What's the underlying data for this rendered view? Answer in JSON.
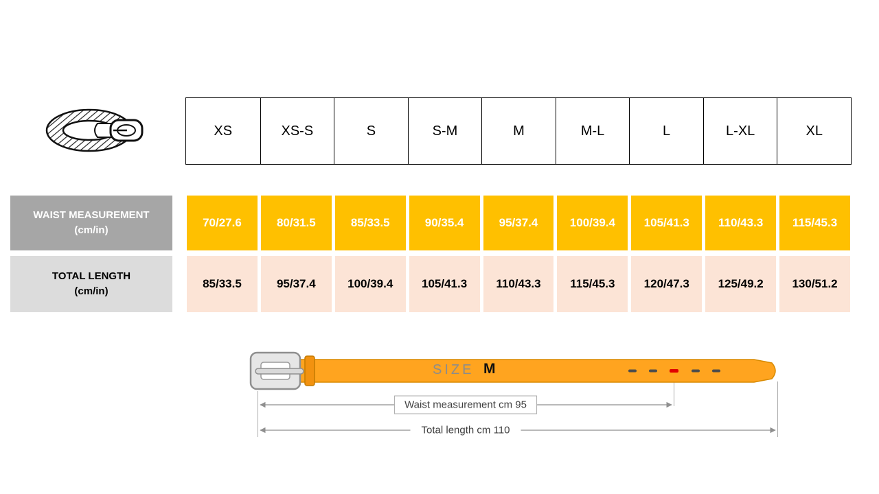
{
  "size_chart": {
    "sizes": [
      "XS",
      "XS-S",
      "S",
      "S-M",
      "M",
      "M-L",
      "L",
      "L-XL",
      "XL"
    ],
    "waist_row": {
      "label_line1": "WAIST MEASUREMENT",
      "label_line2": "(cm/in)",
      "values": [
        "70/27.6",
        "80/31.5",
        "85/33.5",
        "90/35.4",
        "95/37.4",
        "100/39.4",
        "105/41.3",
        "110/43.3",
        "115/45.3"
      ]
    },
    "length_row": {
      "label_line1": "TOTAL LENGTH",
      "label_line2": "(cm/in)",
      "values": [
        "85/33.5",
        "95/37.4",
        "100/39.4",
        "105/41.3",
        "110/43.3",
        "115/45.3",
        "120/47.3",
        "125/49.2",
        "130/51.2"
      ]
    }
  },
  "belt_diagram": {
    "size_label": "SIZE",
    "size_value": "M",
    "waist_note": "Waist measurement cm 95",
    "length_note": "Total length cm 110"
  },
  "colors": {
    "waist_cell_bg": "#FFC000",
    "length_cell_bg": "#FCE4D6",
    "waist_label_bg": "#A6A6A6",
    "length_label_bg": "#DCDCDC",
    "belt_fill": "#FFA41F",
    "hole_highlight": "#E10000"
  },
  "chart_data": {
    "type": "table",
    "columns": [
      "XS",
      "XS-S",
      "S",
      "S-M",
      "M",
      "M-L",
      "L",
      "L-XL",
      "XL"
    ],
    "rows": [
      {
        "label": "WAIST MEASUREMENT (cm/in)",
        "values": [
          "70/27.6",
          "80/31.5",
          "85/33.5",
          "90/35.4",
          "95/37.4",
          "100/39.4",
          "105/41.3",
          "110/43.3",
          "115/45.3"
        ]
      },
      {
        "label": "TOTAL LENGTH (cm/in)",
        "values": [
          "85/33.5",
          "95/37.4",
          "100/39.4",
          "105/41.3",
          "110/43.3",
          "115/45.3",
          "120/47.3",
          "125/49.2",
          "130/51.2"
        ]
      }
    ],
    "highlighted_example": {
      "size": "M",
      "waist": "95 cm",
      "total_length": "110 cm"
    }
  }
}
